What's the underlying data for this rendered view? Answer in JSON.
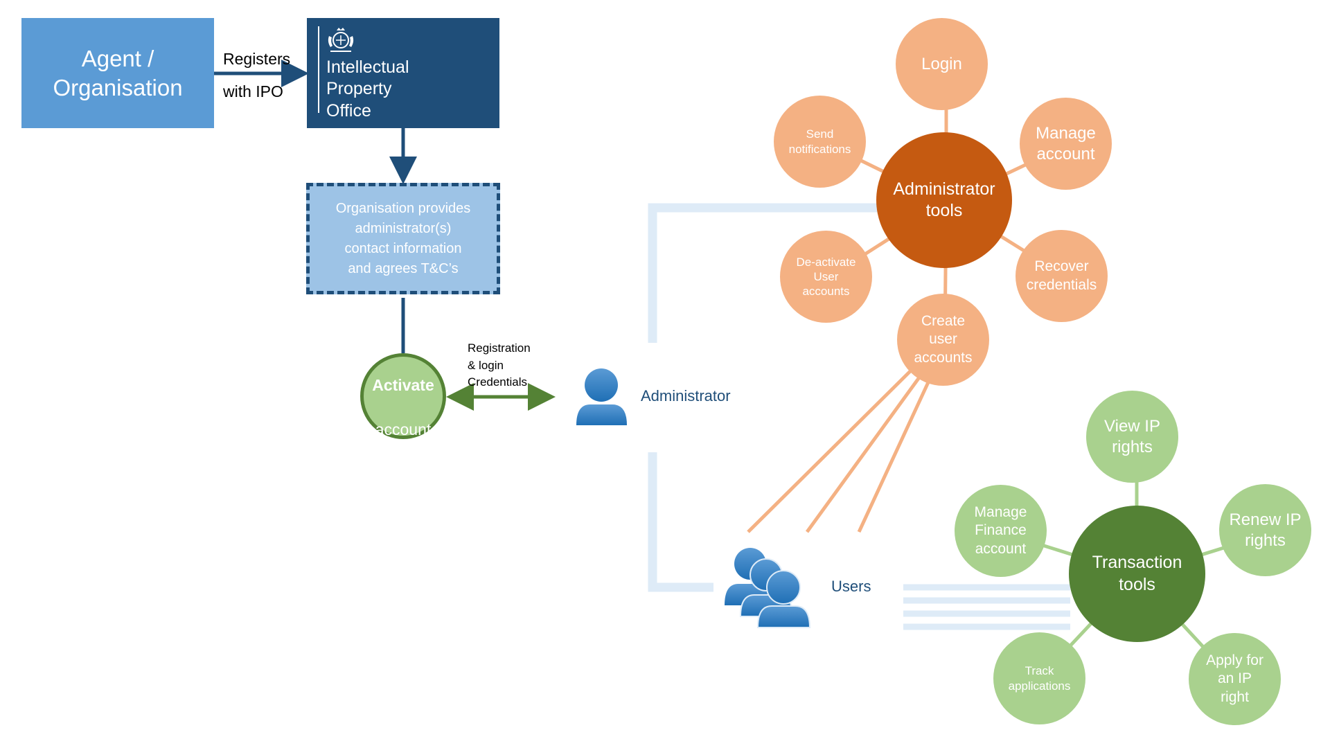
{
  "agent": {
    "label": "Agent /\nOrganisation"
  },
  "registers": {
    "label": "Registers\nwith IPO"
  },
  "ipo": {
    "name": "Intellectual\nProperty\nOffice"
  },
  "provide": {
    "label": "Organisation provides\nadministrator(s)\ncontact information\nand agrees T&C’s"
  },
  "activate": {
    "line1": "Activate",
    "line2": "account"
  },
  "credentials": {
    "label": "Registration\n& login\nCredentials"
  },
  "administrator": {
    "label": "Administrator"
  },
  "users": {
    "label": "Users"
  },
  "admin_tools": {
    "center": "Administrator\ntools",
    "login": "Login",
    "manage_account": "Manage\naccount",
    "send_notifications": "Send\nnotifications",
    "recover_credentials": "Recover\ncredentials",
    "deactivate": "De-activate\nUser\naccounts",
    "create_accounts": "Create\nuser\naccounts"
  },
  "transaction_tools": {
    "center": "Transaction\ntools",
    "view_rights": "View IP\nrights",
    "manage_finance": "Manage\nFinance\naccount",
    "renew_rights": "Renew IP\nrights",
    "track_applications": "Track\napplications",
    "apply_right": "Apply for\nan IP\nright"
  },
  "colors": {
    "agent": "#5b9bd5",
    "ipo": "#1f4e79",
    "provide": "#9dc3e6",
    "activate_fill": "#a9d18e",
    "activate_border": "#548235",
    "panel": "#deebf7",
    "admin_hub": "#c55a11",
    "admin_spoke": "#f4b183",
    "transaction_hub": "#548235",
    "transaction_spoke": "#a9d18e"
  }
}
